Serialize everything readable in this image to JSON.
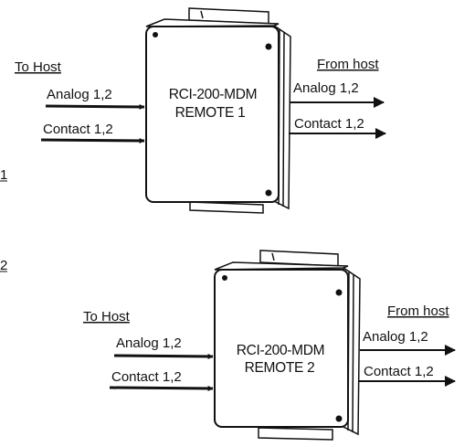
{
  "remote1": {
    "box_line1": "RCI-200-MDM",
    "box_line2": "REMOTE 1",
    "to_host": "To Host",
    "from_host": "From host",
    "in_analog": "Analog 1,2",
    "in_contact": "Contact 1,2",
    "out_analog": "Analog 1,2",
    "out_contact": "Contact 1,2"
  },
  "remote2": {
    "box_line1": "RCI-200-MDM",
    "box_line2": "REMOTE 2",
    "to_host": "To Host",
    "from_host": "From host",
    "in_analog": "Analog 1,2",
    "in_contact": "Contact 1,2",
    "out_analog": "Analog 1,2",
    "out_contact": "Contact 1,2"
  },
  "margin_marks": [
    "1",
    "2"
  ]
}
